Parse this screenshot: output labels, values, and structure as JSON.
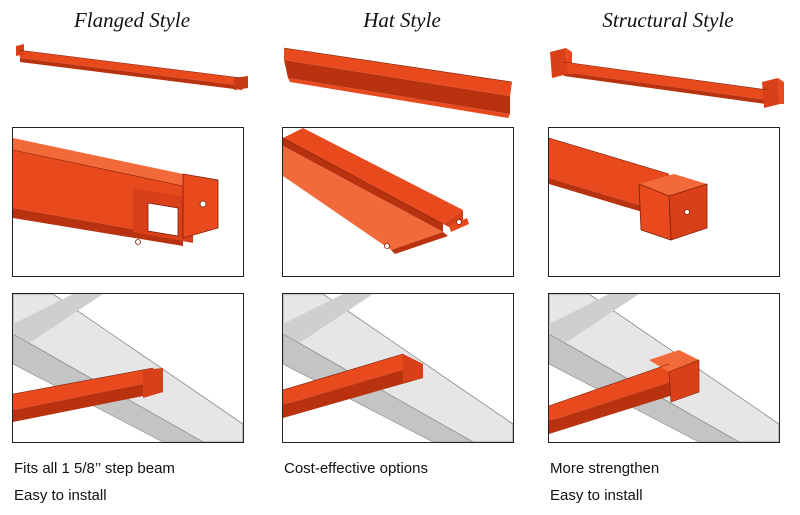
{
  "columns": [
    {
      "title": "Flanged Style",
      "notes": [
        "Fits all 1 5/8’’ step beam",
        "Easy to install"
      ]
    },
    {
      "title": "Hat Style",
      "notes": [
        "Cost-effective options"
      ]
    },
    {
      "title": "Structural Style",
      "notes": [
        "More strengthen",
        "Easy to install"
      ]
    }
  ],
  "colors": {
    "orange": "#e8491d",
    "orange_dark": "#b8320f",
    "orange_light": "#f36a3a",
    "gray_beam": "#d9d9d9",
    "gray_dark": "#a9a9a9",
    "border": "#222222"
  }
}
